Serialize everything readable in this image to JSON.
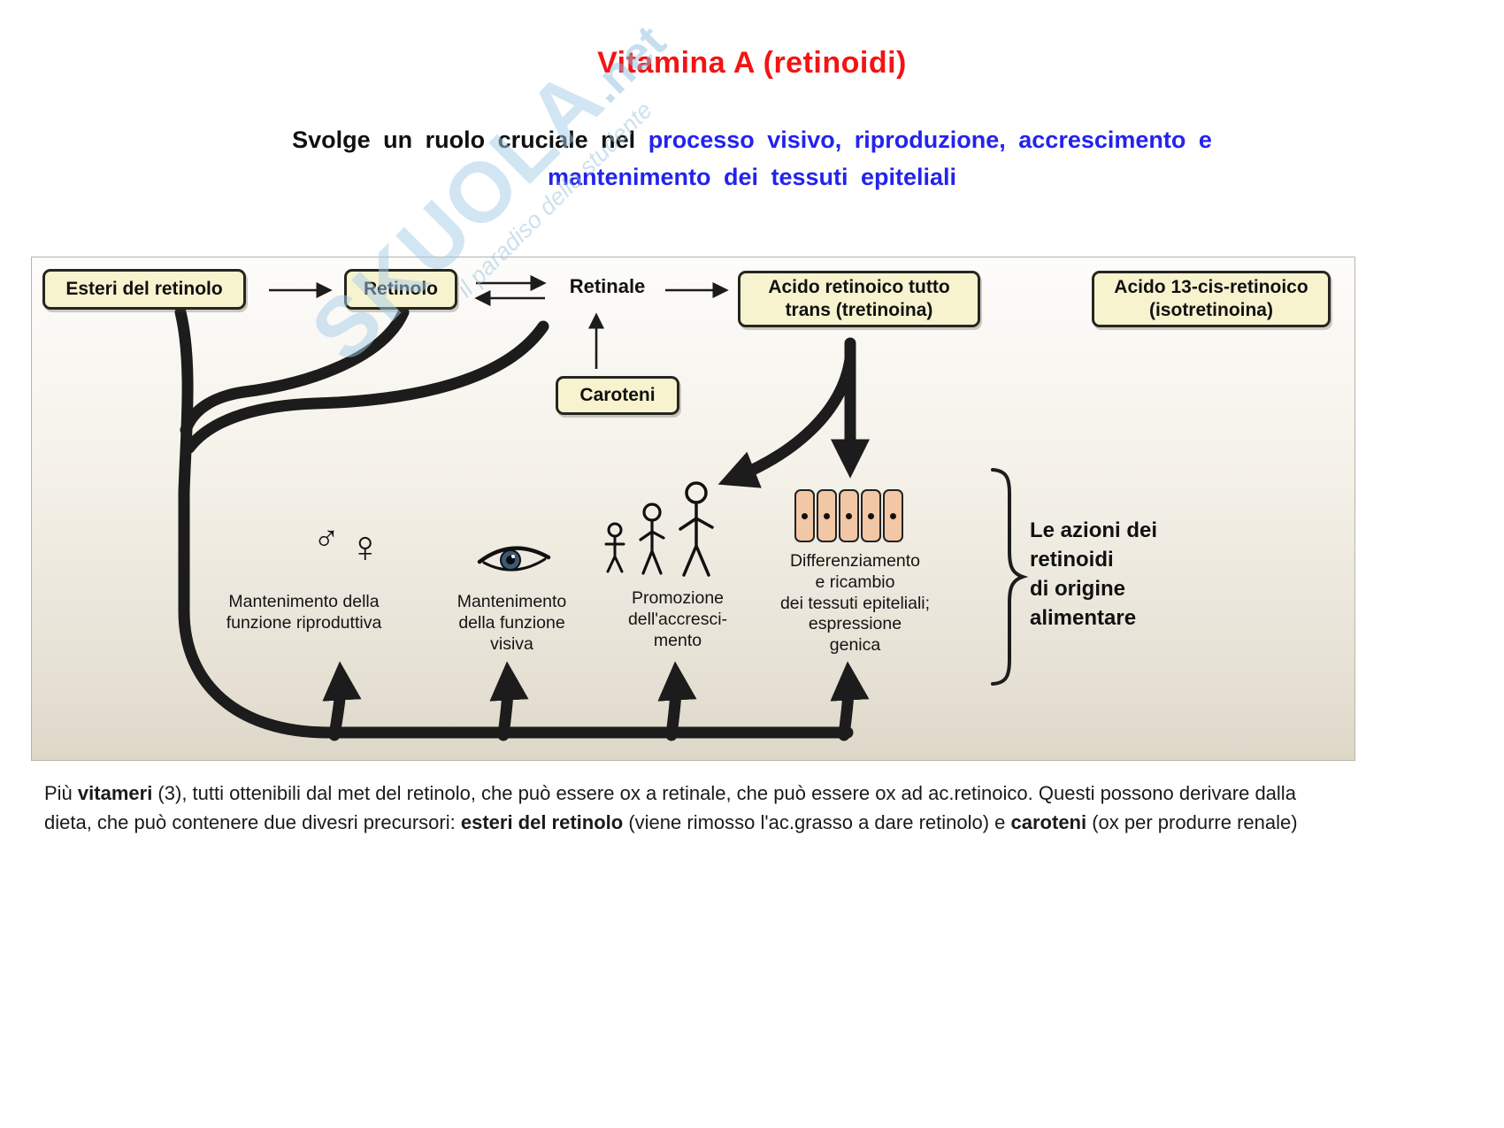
{
  "page": {
    "title": "Vitamina A (retinoidi)",
    "subtitle_black": "Svolge un ruolo cruciale nel",
    "subtitle_blue_1": "processo visivo, riproduzione, accrescimento e",
    "subtitle_blue_2": "mantenimento dei tessuti epiteliali"
  },
  "watermark": {
    "brand": "SKUOLA",
    "brand_suffix": ".net",
    "tagline": "il paradiso dello studente"
  },
  "diagram": {
    "nodes": {
      "esteri": "Esteri del retinolo",
      "retinolo": "Retinolo",
      "retinale": "Retinale",
      "acido_trans": "Acido retinoico tutto\ntrans (tretinoina)",
      "acido_cis": "Acido 13-cis-retinoico\n(isotretinoina)",
      "caroteni": "Caroteni"
    },
    "icons": {
      "male_symbol": "♂",
      "female_symbol": "♀"
    },
    "functions": [
      {
        "label": "Mantenimento della\nfunzione riproduttiva"
      },
      {
        "label": "Mantenimento\ndella funzione\nvisiva"
      },
      {
        "label": "Promozione\ndell'accresci-\nmento"
      },
      {
        "label": "Differenziamento\ne ricambio\ndei tessuti epiteliali;\nespressione\ngenica"
      }
    ],
    "brace_label": "Le azioni dei\nretinoidi\ndi origine\nalimentare"
  },
  "paragraph": {
    "segments": [
      {
        "text": "Più ",
        "bold": false
      },
      {
        "text": "vitameri",
        "bold": true
      },
      {
        "text": " (3), tutti ottenibili dal met del retinolo, che può essere ox a retinale, che può essere ox ad ac.retinoico. Questi possono derivare dalla dieta, che può contenere due divesri precursori: ",
        "bold": false
      },
      {
        "text": "esteri del retinolo",
        "bold": true
      },
      {
        "text": " (viene rimosso l'ac.grasso a dare retinolo) e ",
        "bold": false
      },
      {
        "text": "caroteni",
        "bold": true
      },
      {
        "text": " (ox per produrre renale)",
        "bold": false
      }
    ]
  },
  "colors": {
    "title_red": "#f31414",
    "subtitle_blue": "#2323ee",
    "box_fill": "#f8f3cf",
    "watermark_blue": "#a6cde9",
    "epithelial_cell_fill": "#f2c7a5",
    "arrow_black": "#1c1c1c"
  }
}
